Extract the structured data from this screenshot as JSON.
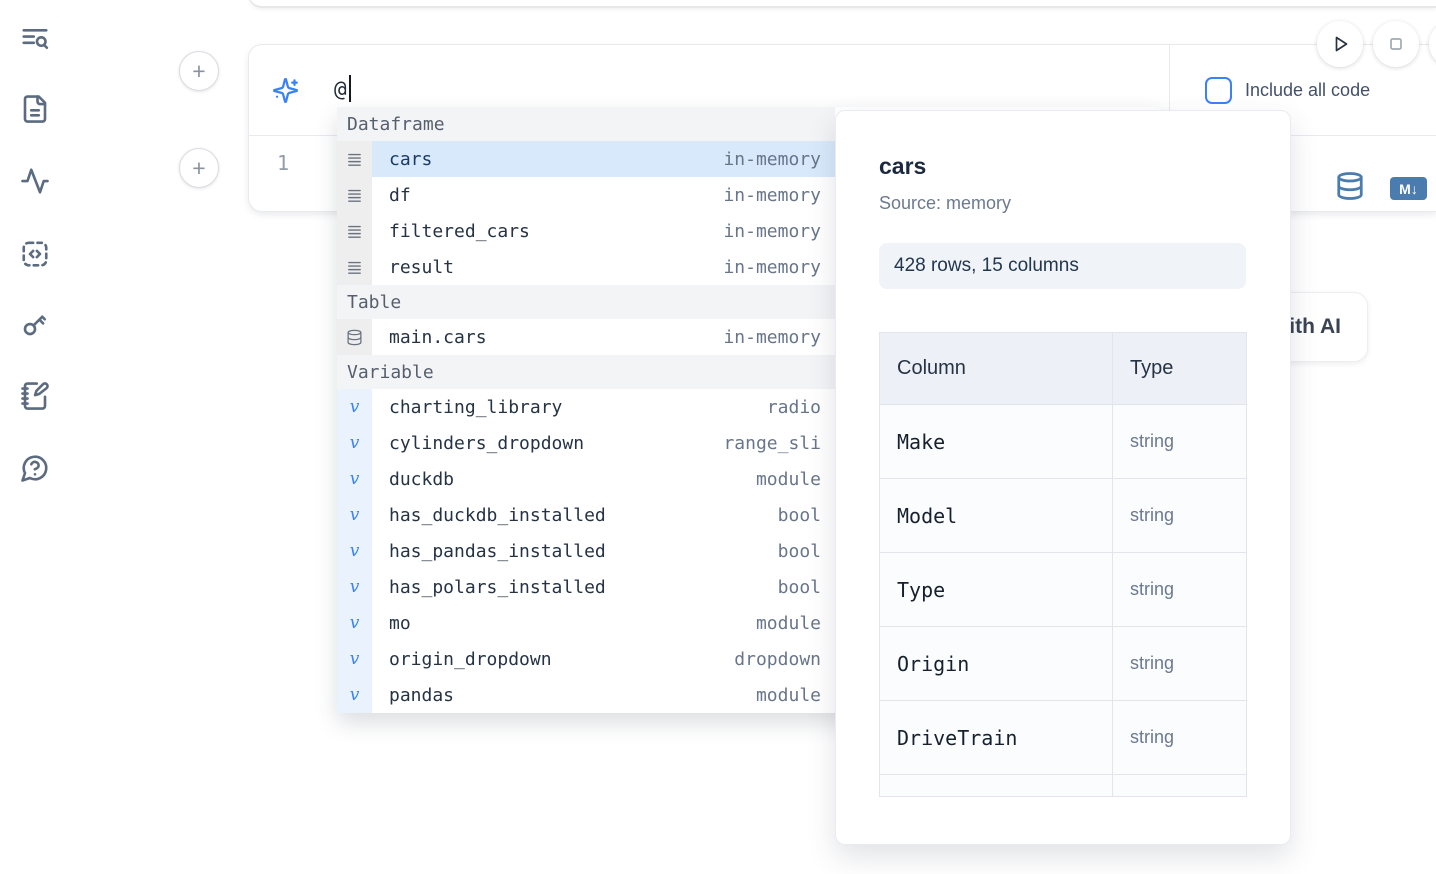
{
  "colors": {
    "accent_blue": "#3b82f6",
    "steel_blue": "#4a7dad",
    "selected_row_bg": "#d8e9fb",
    "panel_bg": "#ffffff"
  },
  "sidebar": {
    "icons": [
      "text-search",
      "file-text",
      "activity",
      "code-block",
      "key",
      "notebook-pen",
      "help-chat"
    ]
  },
  "prev_cell": {},
  "cell": {
    "plus_label": "+",
    "prompt_value": "@",
    "line_number": "1",
    "markdown_badge": "M↓"
  },
  "controls": {
    "include_all_code_label": "Include all code"
  },
  "completion": {
    "df_header": "Dataframe",
    "df_items": [
      {
        "name": "cars",
        "type": "in-memory"
      },
      {
        "name": "df",
        "type": "in-memory"
      },
      {
        "name": "filtered_cars",
        "type": "in-memory"
      },
      {
        "name": "result",
        "type": "in-memory"
      }
    ],
    "table_header": "Table",
    "table_items": [
      {
        "name": "main.cars",
        "type": "in-memory"
      }
    ],
    "var_header": "Variable",
    "var_items": [
      {
        "name": "charting_library",
        "type": "radio"
      },
      {
        "name": "cylinders_dropdown",
        "type": "range_sli"
      },
      {
        "name": "duckdb",
        "type": "module"
      },
      {
        "name": "has_duckdb_installed",
        "type": "bool"
      },
      {
        "name": "has_pandas_installed",
        "type": "bool"
      },
      {
        "name": "has_polars_installed",
        "type": "bool"
      },
      {
        "name": "mo",
        "type": "module"
      },
      {
        "name": "origin_dropdown",
        "type": "dropdown"
      },
      {
        "name": "pandas",
        "type": "module"
      }
    ],
    "var_glyph": "v"
  },
  "preview": {
    "title": "cars",
    "source": "Source: memory",
    "shape": "428 rows, 15 columns",
    "headers": [
      "Column",
      "Type"
    ],
    "rows": [
      {
        "col": "Make",
        "type": "string"
      },
      {
        "col": "Model",
        "type": "string"
      },
      {
        "col": "Type",
        "type": "string"
      },
      {
        "col": "Origin",
        "type": "string"
      },
      {
        "col": "DriveTrain",
        "type": "string"
      },
      {
        "col": "",
        "type": ""
      }
    ]
  },
  "ai_button": {
    "label": "with AI"
  }
}
